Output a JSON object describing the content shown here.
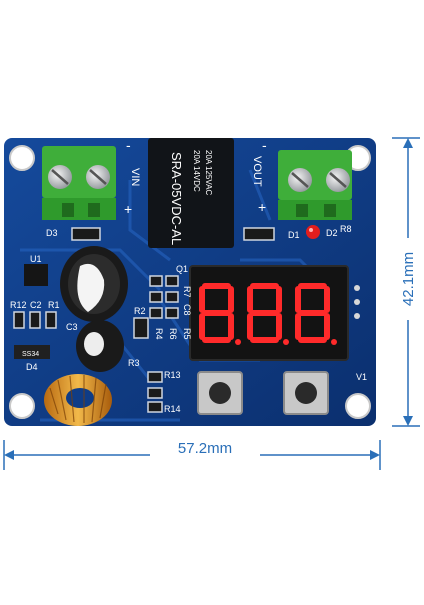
{
  "board": {
    "colors": {
      "pcb": "#0f3c86",
      "pcb_trace": "#1d5bb0",
      "terminal": "#3fae3a",
      "relay": "#111418",
      "led_digit": "#ff2a2a",
      "dimension": "#2a6fb8"
    },
    "labels": {
      "vin": "VIN",
      "vout": "VOUT",
      "plus_left": "+",
      "minus_left": "-",
      "plus_right": "+",
      "minus_right": "-",
      "relay_model": "SRA-05VDC-AL",
      "relay_rating_1": "20A 14VDC",
      "relay_rating_2": "20A 125VAC",
      "d3": "D3",
      "d1": "D1",
      "d2": "D2",
      "r8": "R8",
      "u1": "U1",
      "r12": "R12",
      "c2": "C2",
      "r1": "R1",
      "c3": "C3",
      "d4": "D4",
      "r2": "R2",
      "r3": "R3",
      "q1": "Q1",
      "r7": "R7",
      "r4": "R4",
      "r6": "R6",
      "r5": "R5",
      "c8": "C8",
      "r13": "R13",
      "r14": "R14",
      "v1": "V1",
      "ss34": "SS34"
    },
    "display": {
      "digits": "8.8.8."
    }
  },
  "dimensions": {
    "width": "57.2mm",
    "height": "42.1mm"
  }
}
